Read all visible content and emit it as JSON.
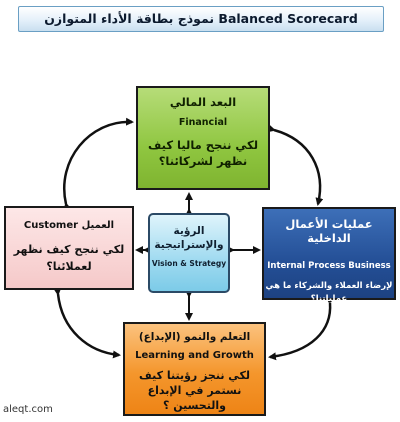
{
  "title": "نموذج بطاقة الأداء المتوازن Balanced Scorecard",
  "financial": {
    "ar_title": "البعد المالي",
    "en_title": "Financial",
    "question": "لكي ننجح ماليا كيف نظهر لشركائنا؟"
  },
  "customer": {
    "en_title": "Customer",
    "ar_title": "العميل",
    "question": "لكي ننجح كيف نظهر لعملائنا؟"
  },
  "vision": {
    "ar_title": "الرؤية والإستراتيجية",
    "en_title": "Vision & Strategy"
  },
  "internal": {
    "ar_title": "عمليات الأعمال الداخلية",
    "en_title": "Internal Process Business",
    "question": "لإرضاء العملاء والشركاء ما هي عملياتنا؟"
  },
  "learning": {
    "ar_title": "التعلم والنمو (الإبداع)",
    "en_title": "Learning and Growth",
    "question": "لكي ننجز رؤيتنا كيف نستمر في الإبداع والتحسين ؟"
  },
  "credit": "aleqt.com"
}
